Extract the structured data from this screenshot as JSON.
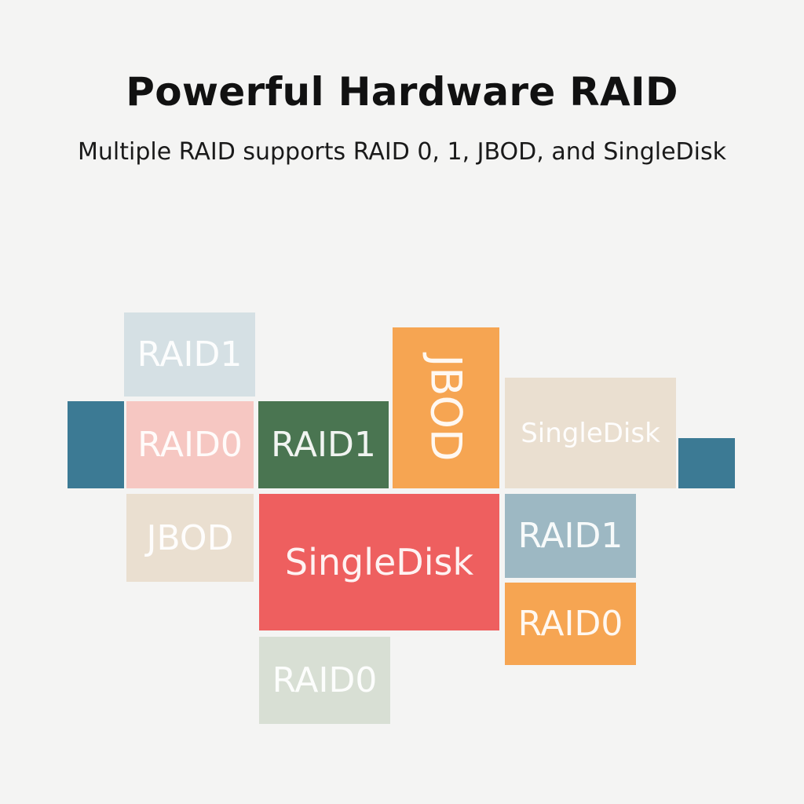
{
  "title": "Powerful Hardware RAID",
  "subtitle": "Multiple RAID supports RAID 0, 1, JBOD, and SingleDisk",
  "colors": {
    "background": "#f4f4f3",
    "teal_blue": "#3c7a94",
    "light_blue_gray": "#d5e0e4",
    "pale_pink": "#f6c7c2",
    "forest_green": "#4a7551",
    "orange": "#f6a552",
    "beige": "#eadfd0",
    "coral_red": "#ee5f5f",
    "dusty_blue": "#9db8c3",
    "sage_gray": "#d8dfd4"
  },
  "blocks": {
    "raid1_top": "RAID1",
    "raid0_left": "RAID0",
    "raid1_green": "RAID1",
    "jbod_orange": "JBOD",
    "singledisk_beige": "SingleDisk",
    "jbod_beige": "JBOD",
    "singledisk_red": "SingleDisk",
    "raid1_blue": "RAID1",
    "raid0_orange": "RAID0",
    "raid0_bottom": "RAID0"
  }
}
